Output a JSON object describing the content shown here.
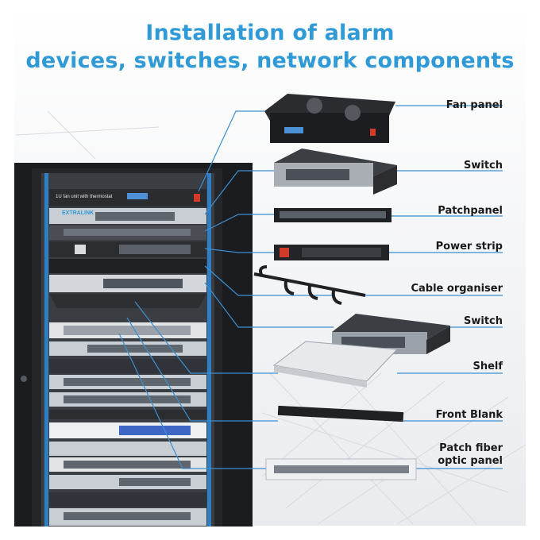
{
  "heading": {
    "line1": "Installation of alarm",
    "line2": "devices, switches, network components"
  },
  "rack": {
    "brand_text": "EXTRALINK",
    "fan_unit_text": "1U fan unit with thermostat"
  },
  "components": [
    {
      "label": "Fan panel"
    },
    {
      "label": "Switch"
    },
    {
      "label": "Patchpanel"
    },
    {
      "label": "Power strip"
    },
    {
      "label": "Cable organiser"
    },
    {
      "label": "Switch"
    },
    {
      "label": "Shelf"
    },
    {
      "label": "Front Blank"
    },
    {
      "label_line1": "Patch fiber",
      "label_line2": "optic panel"
    }
  ],
  "colors": {
    "title": "#2f9ad6",
    "leader_line": "#3b8fd0",
    "rack_body": "#1b1c1f",
    "rack_rail": "#2e7fc4"
  }
}
